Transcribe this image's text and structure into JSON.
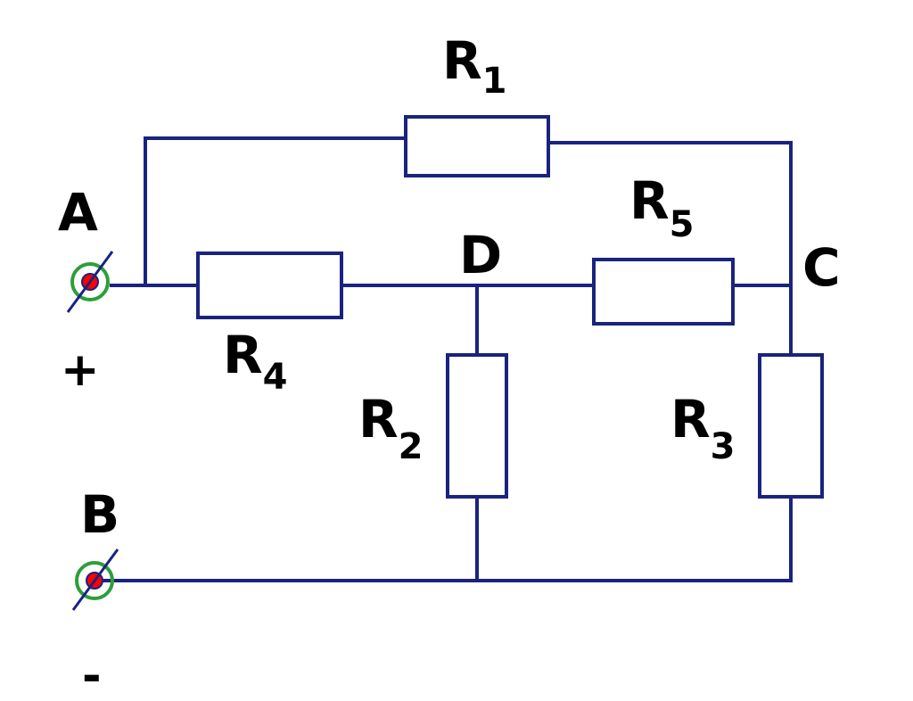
{
  "colors": {
    "wire": "#1a237e",
    "terminal_dot": "#ff0000",
    "terminal_ring": "#2e9e3a",
    "text": "#000000"
  },
  "terminals": {
    "a": {
      "label": "A",
      "sign": "+"
    },
    "b": {
      "label": "B",
      "sign": "-"
    }
  },
  "nodes": {
    "c": "C",
    "d": "D"
  },
  "resistors": {
    "r1": {
      "letter": "R",
      "index": "1"
    },
    "r2": {
      "letter": "R",
      "index": "2"
    },
    "r3": {
      "letter": "R",
      "index": "3"
    },
    "r4": {
      "letter": "R",
      "index": "4"
    },
    "r5": {
      "letter": "R",
      "index": "5"
    }
  }
}
